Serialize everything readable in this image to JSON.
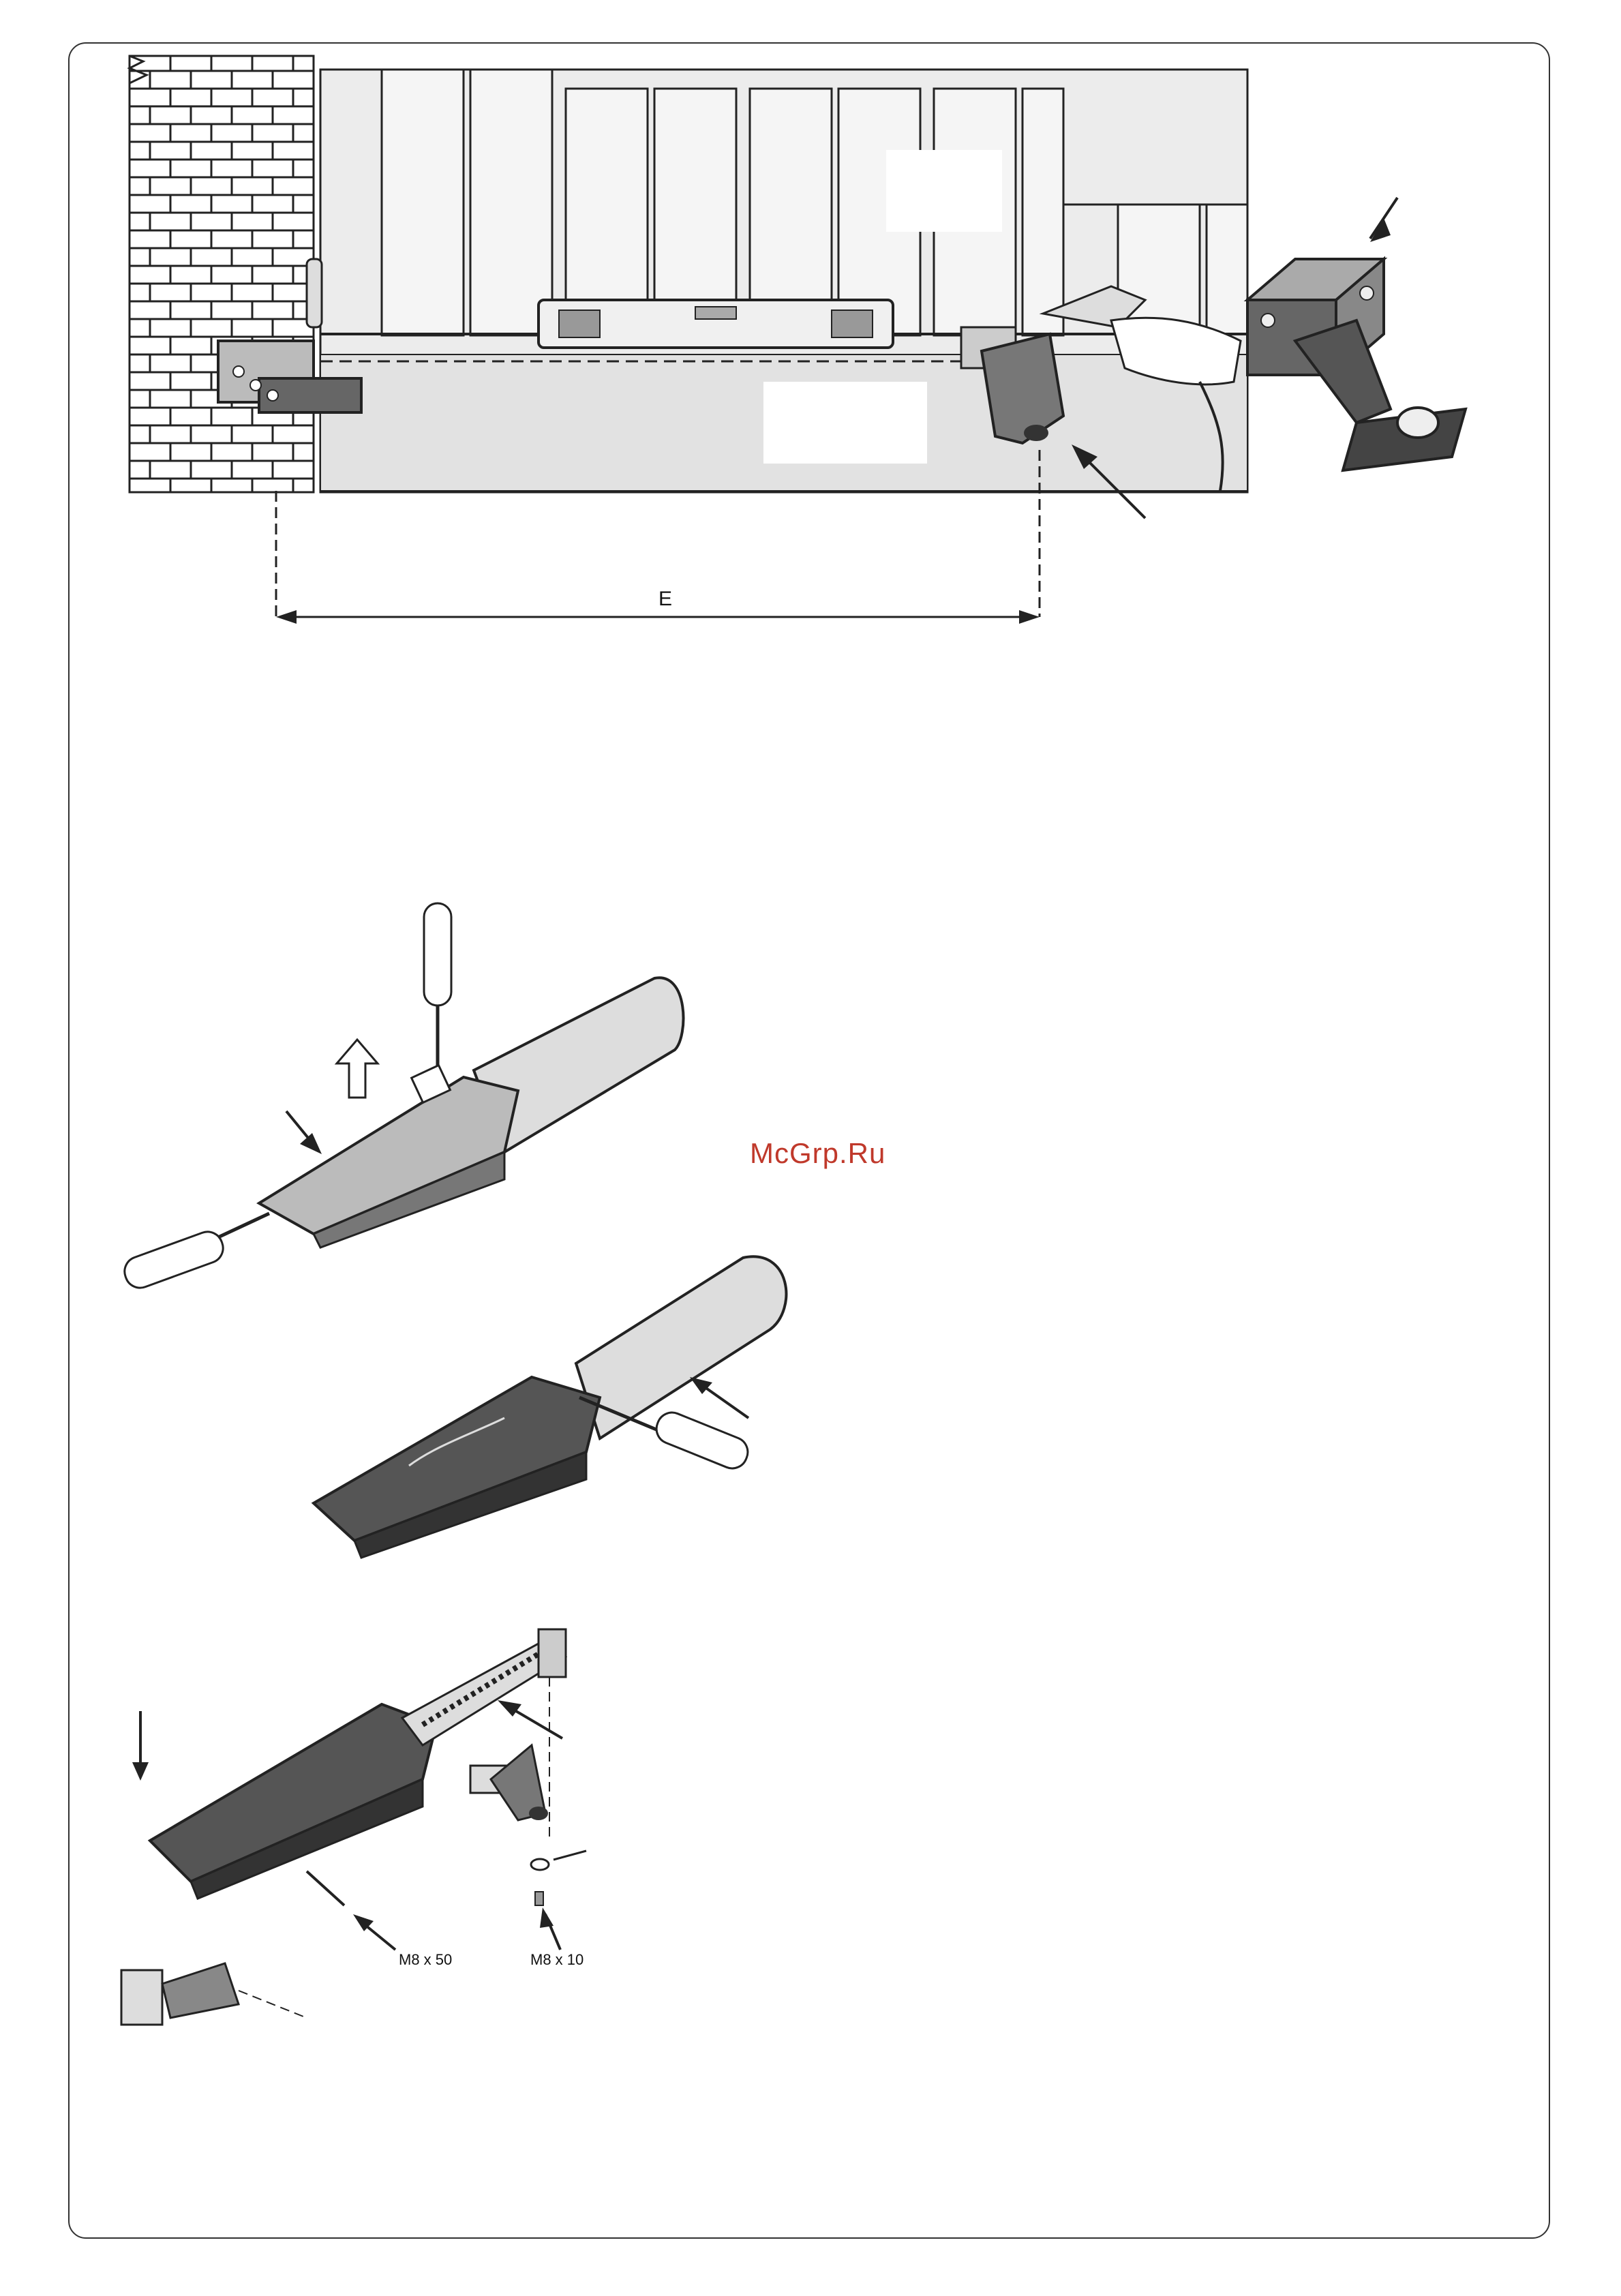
{
  "figure": {
    "dimension_label": "E",
    "watermark": "McGrp.Ru",
    "screw_labels": [
      "M8 x 50",
      "M8 x 10"
    ]
  },
  "colors": {
    "line": "#1a1a1a",
    "fill_light": "#e8e8e8",
    "fill_dark": "#4a4a4a",
    "watermark": "#c0392b"
  }
}
